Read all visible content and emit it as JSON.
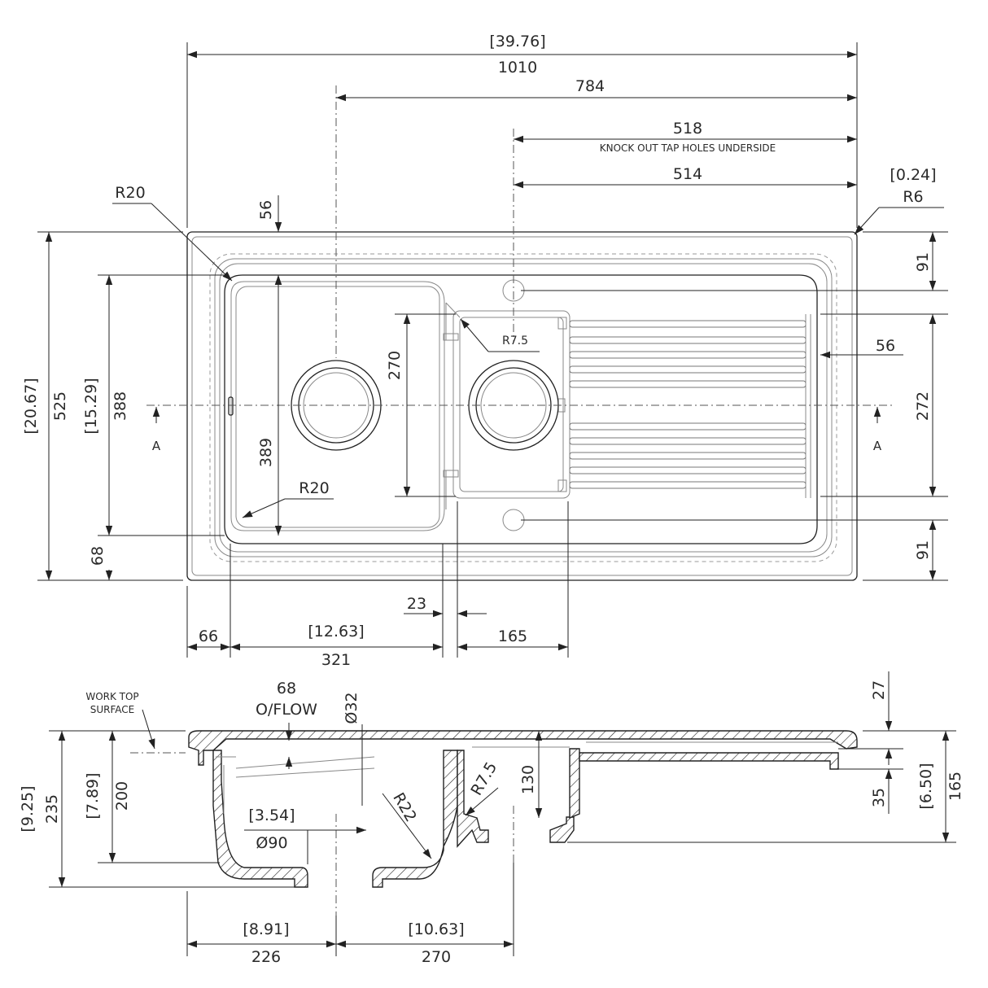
{
  "drawing": {
    "dims_plan": {
      "overall_width_in": "39.76",
      "overall_width_mm": "1010",
      "bowl_centre_to_right": "784",
      "tap_hole_to_right": "518",
      "knock_out_note": "KNOCK OUT TAP HOLES UNDERSIDE",
      "tap_hole_b_to_right": "514",
      "corner_radius_in": "0.24",
      "corner_radius_mm": "R6",
      "bowl_radius_top": "R20",
      "top_rim_depth": "56",
      "depth_in": "20.67",
      "depth_mm": "525",
      "bowl_length_in": "15.29",
      "bowl_length_mm": "388",
      "bowl_centre_depth": "389",
      "bowl_radius_bottom": "R20",
      "front_margin": "68",
      "half_bowl_length": "270",
      "half_bowl_radius": "R7.5",
      "drainer_top": "91",
      "drainer_margin": "56",
      "drainer_length": "272",
      "drainer_bottom": "91",
      "section_mark_left": "A",
      "section_mark_right": "A",
      "wall_gap": "23",
      "left_margin": "66",
      "bowl_width_in": "12.63",
      "bowl_width_mm": "321",
      "half_bowl_width": "165"
    },
    "dims_section": {
      "work_top_note_line1": "WORK TOP",
      "work_top_note_line2": "SURFACE",
      "overflow_size": "68",
      "overflow_label": "O/FLOW",
      "overflow_dia": "Ø32",
      "rim_thickness": "27",
      "bowl_depth_in": "7.89",
      "bowl_depth_mm": "200",
      "overall_height_in": "9.25",
      "overall_height_mm": "235",
      "waste_dia_in": "3.54",
      "waste_dia_mm": "Ø90",
      "bowl_radius": "R22",
      "half_bowl_radius": "R7.5",
      "half_bowl_depth": "130",
      "drainer_depth": "35",
      "section_height_in": "6.50",
      "section_height_mm": "165",
      "waste_offset_in": "8.91",
      "waste_offset_mm": "226",
      "waste_spacing_in": "10.63",
      "waste_spacing_mm": "270"
    }
  }
}
